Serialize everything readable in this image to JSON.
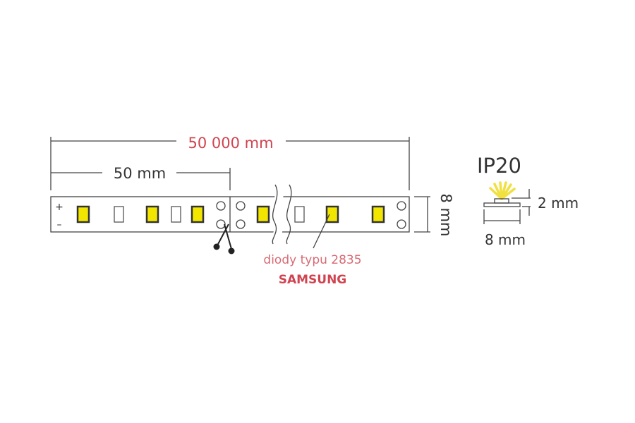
{
  "dimensions": {
    "total_length": "50 000 mm",
    "segment_length": "50 mm",
    "strip_width": "8 mm"
  },
  "strip": {
    "plus_label": "+",
    "minus_label": "–"
  },
  "diode_note": {
    "type_label": "diody typu 2835",
    "brand_label": "SAMSUNG"
  },
  "cross_section": {
    "ip_rating": "IP20",
    "height": "2 mm",
    "width": "8 mm"
  },
  "colors": {
    "accent_red": "#d0434f",
    "led_yellow": "#f2e600",
    "line": "#444444"
  }
}
